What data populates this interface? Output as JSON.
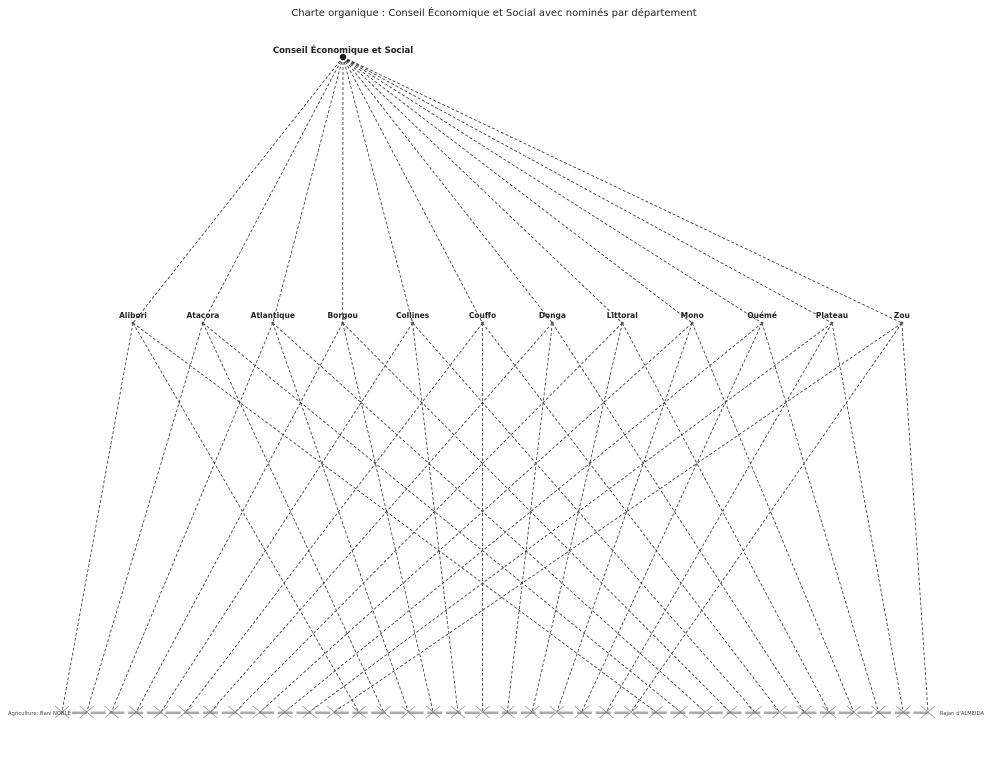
{
  "chart_data": {
    "type": "tree",
    "title": "Charte organique : Conseil Économique et Social avec nominés par département",
    "root": "Conseil Économique et Social",
    "departments": [
      {
        "name": "Alibori",
        "leaves": 3
      },
      {
        "name": "Atacora",
        "leaves": 3
      },
      {
        "name": "Atlantique",
        "leaves": 3
      },
      {
        "name": "Borgou",
        "leaves": 3
      },
      {
        "name": "Collines",
        "leaves": 3
      },
      {
        "name": "Couffo",
        "leaves": 3
      },
      {
        "name": "Donga",
        "leaves": 3
      },
      {
        "name": "Littoral",
        "leaves": 3
      },
      {
        "name": "Mono",
        "leaves": 3
      },
      {
        "name": "Ouémé",
        "leaves": 3
      },
      {
        "name": "Plateau",
        "leaves": 3
      },
      {
        "name": "Zou",
        "leaves": 3
      }
    ],
    "leaf_first_label": "Agriculture: Bani NOBLE",
    "leaf_last_label": "Rajan d'ALMEIDA"
  }
}
